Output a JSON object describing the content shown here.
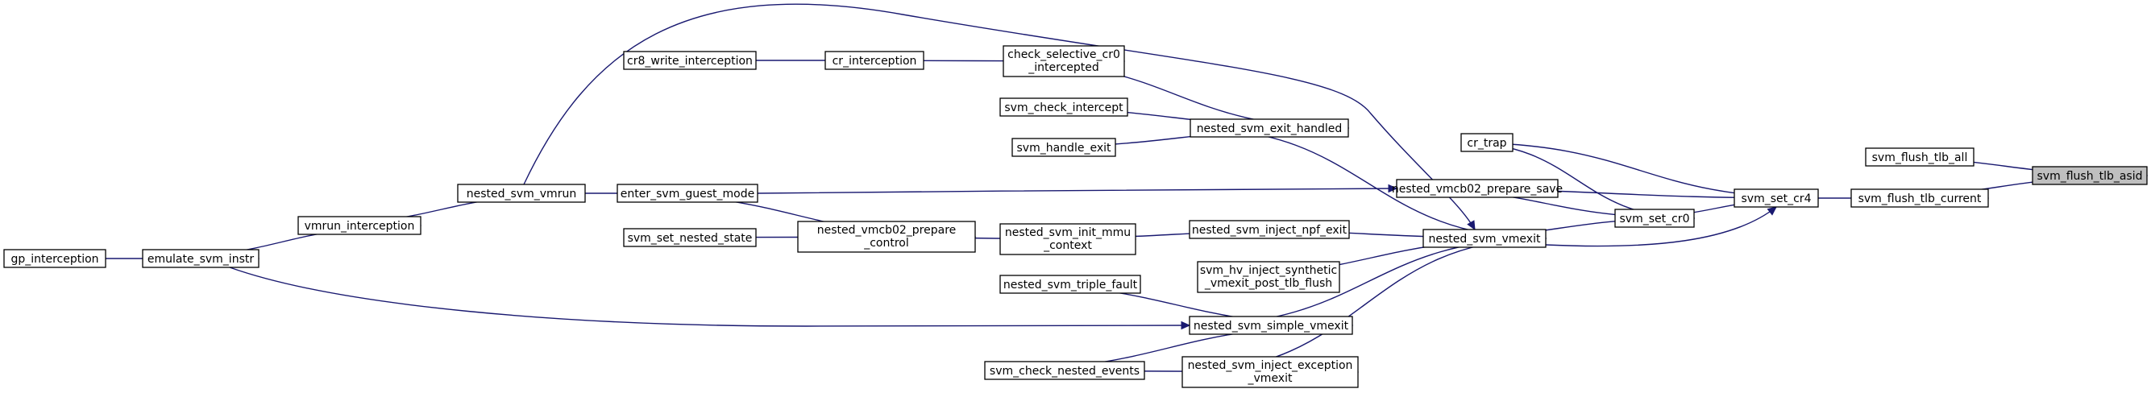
{
  "nodes": {
    "svm_flush_tlb_asid": {
      "lines": [
        "svm_flush_tlb_asid"
      ]
    },
    "svm_flush_tlb_all": {
      "lines": [
        "svm_flush_tlb_all"
      ]
    },
    "svm_flush_tlb_current": {
      "lines": [
        "svm_flush_tlb_current"
      ]
    },
    "svm_set_cr4": {
      "lines": [
        "svm_set_cr4"
      ]
    },
    "cr_trap": {
      "lines": [
        "cr_trap"
      ]
    },
    "svm_set_cr0": {
      "lines": [
        "svm_set_cr0"
      ]
    },
    "nested_vmcb02_prepare_save": {
      "lines": [
        "nested_vmcb02_prepare_save"
      ]
    },
    "nested_svm_vmexit": {
      "lines": [
        "nested_svm_vmexit"
      ]
    },
    "enter_svm_guest_mode": {
      "lines": [
        "enter_svm_guest_mode"
      ]
    },
    "nested_svm_vmrun": {
      "lines": [
        "nested_svm_vmrun"
      ]
    },
    "vmrun_interception": {
      "lines": [
        "vmrun_interception"
      ]
    },
    "emulate_svm_instr": {
      "lines": [
        "emulate_svm_instr"
      ]
    },
    "gp_interception": {
      "lines": [
        "gp_interception"
      ]
    },
    "nested_svm_exit_handled": {
      "lines": [
        "nested_svm_exit_handled"
      ]
    },
    "check_selective_cr0_intercepted": {
      "lines": [
        "check_selective_cr0",
        "_intercepted"
      ]
    },
    "cr_interception": {
      "lines": [
        "cr_interception"
      ]
    },
    "cr8_write_interception": {
      "lines": [
        "cr8_write_interception"
      ]
    },
    "svm_check_intercept": {
      "lines": [
        "svm_check_intercept"
      ]
    },
    "svm_handle_exit": {
      "lines": [
        "svm_handle_exit"
      ]
    },
    "nested_svm_inject_npf_exit": {
      "lines": [
        "nested_svm_inject_npf_exit"
      ]
    },
    "nested_svm_init_mmu_context": {
      "lines": [
        "nested_svm_init_mmu",
        "_context"
      ]
    },
    "nested_vmcb02_prepare_control": {
      "lines": [
        "nested_vmcb02_prepare",
        "_control"
      ]
    },
    "svm_set_nested_state": {
      "lines": [
        "svm_set_nested_state"
      ]
    },
    "svm_hv_inject_synthetic_vmexit_post_tlb_flush": {
      "lines": [
        "svm_hv_inject_synthetic",
        "_vmexit_post_tlb_flush"
      ]
    },
    "nested_svm_simple_vmexit": {
      "lines": [
        "nested_svm_simple_vmexit"
      ]
    },
    "nested_svm_triple_fault": {
      "lines": [
        "nested_svm_triple_fault"
      ]
    },
    "svm_check_nested_events": {
      "lines": [
        "svm_check_nested_events"
      ]
    },
    "nested_svm_inject_exception_vmexit": {
      "lines": [
        "nested_svm_inject_exception",
        "_vmexit"
      ]
    }
  },
  "edges": [
    [
      "svm_flush_tlb_all",
      "svm_flush_tlb_asid"
    ],
    [
      "svm_flush_tlb_current",
      "svm_flush_tlb_asid"
    ],
    [
      "svm_set_cr4",
      "svm_flush_tlb_current"
    ],
    [
      "cr_trap",
      "svm_set_cr4"
    ],
    [
      "svm_set_cr0",
      "svm_set_cr4"
    ],
    [
      "nested_vmcb02_prepare_save",
      "svm_set_cr4"
    ],
    [
      "nested_svm_vmexit",
      "svm_set_cr4"
    ],
    [
      "cr_trap",
      "svm_set_cr0"
    ],
    [
      "nested_vmcb02_prepare_save",
      "svm_set_cr0"
    ],
    [
      "nested_svm_vmexit",
      "svm_set_cr0"
    ],
    [
      "enter_svm_guest_mode",
      "nested_vmcb02_prepare_save"
    ],
    [
      "nested_svm_vmrun",
      "nested_svm_vmexit"
    ],
    [
      "nested_svm_exit_handled",
      "nested_svm_vmexit"
    ],
    [
      "nested_svm_inject_npf_exit",
      "nested_svm_vmexit"
    ],
    [
      "svm_hv_inject_synthetic_vmexit_post_tlb_flush",
      "nested_svm_vmexit"
    ],
    [
      "nested_svm_simple_vmexit",
      "nested_svm_vmexit"
    ],
    [
      "nested_svm_inject_exception_vmexit",
      "nested_svm_vmexit"
    ],
    [
      "nested_svm_vmrun",
      "enter_svm_guest_mode"
    ],
    [
      "vmrun_interception",
      "nested_svm_vmrun"
    ],
    [
      "emulate_svm_instr",
      "vmrun_interception"
    ],
    [
      "gp_interception",
      "emulate_svm_instr"
    ],
    [
      "check_selective_cr0_intercepted",
      "nested_svm_exit_handled"
    ],
    [
      "svm_check_intercept",
      "nested_svm_exit_handled"
    ],
    [
      "svm_handle_exit",
      "nested_svm_exit_handled"
    ],
    [
      "cr_interception",
      "check_selective_cr0_intercepted"
    ],
    [
      "cr8_write_interception",
      "cr_interception"
    ],
    [
      "nested_svm_init_mmu_context",
      "nested_svm_inject_npf_exit"
    ],
    [
      "nested_vmcb02_prepare_control",
      "nested_svm_init_mmu_context"
    ],
    [
      "enter_svm_guest_mode",
      "nested_vmcb02_prepare_control"
    ],
    [
      "svm_set_nested_state",
      "nested_vmcb02_prepare_control"
    ],
    [
      "emulate_svm_instr",
      "nested_svm_simple_vmexit"
    ],
    [
      "nested_svm_triple_fault",
      "nested_svm_simple_vmexit"
    ],
    [
      "svm_check_nested_events",
      "nested_svm_simple_vmexit"
    ],
    [
      "svm_check_nested_events",
      "nested_svm_inject_exception_vmexit"
    ]
  ]
}
